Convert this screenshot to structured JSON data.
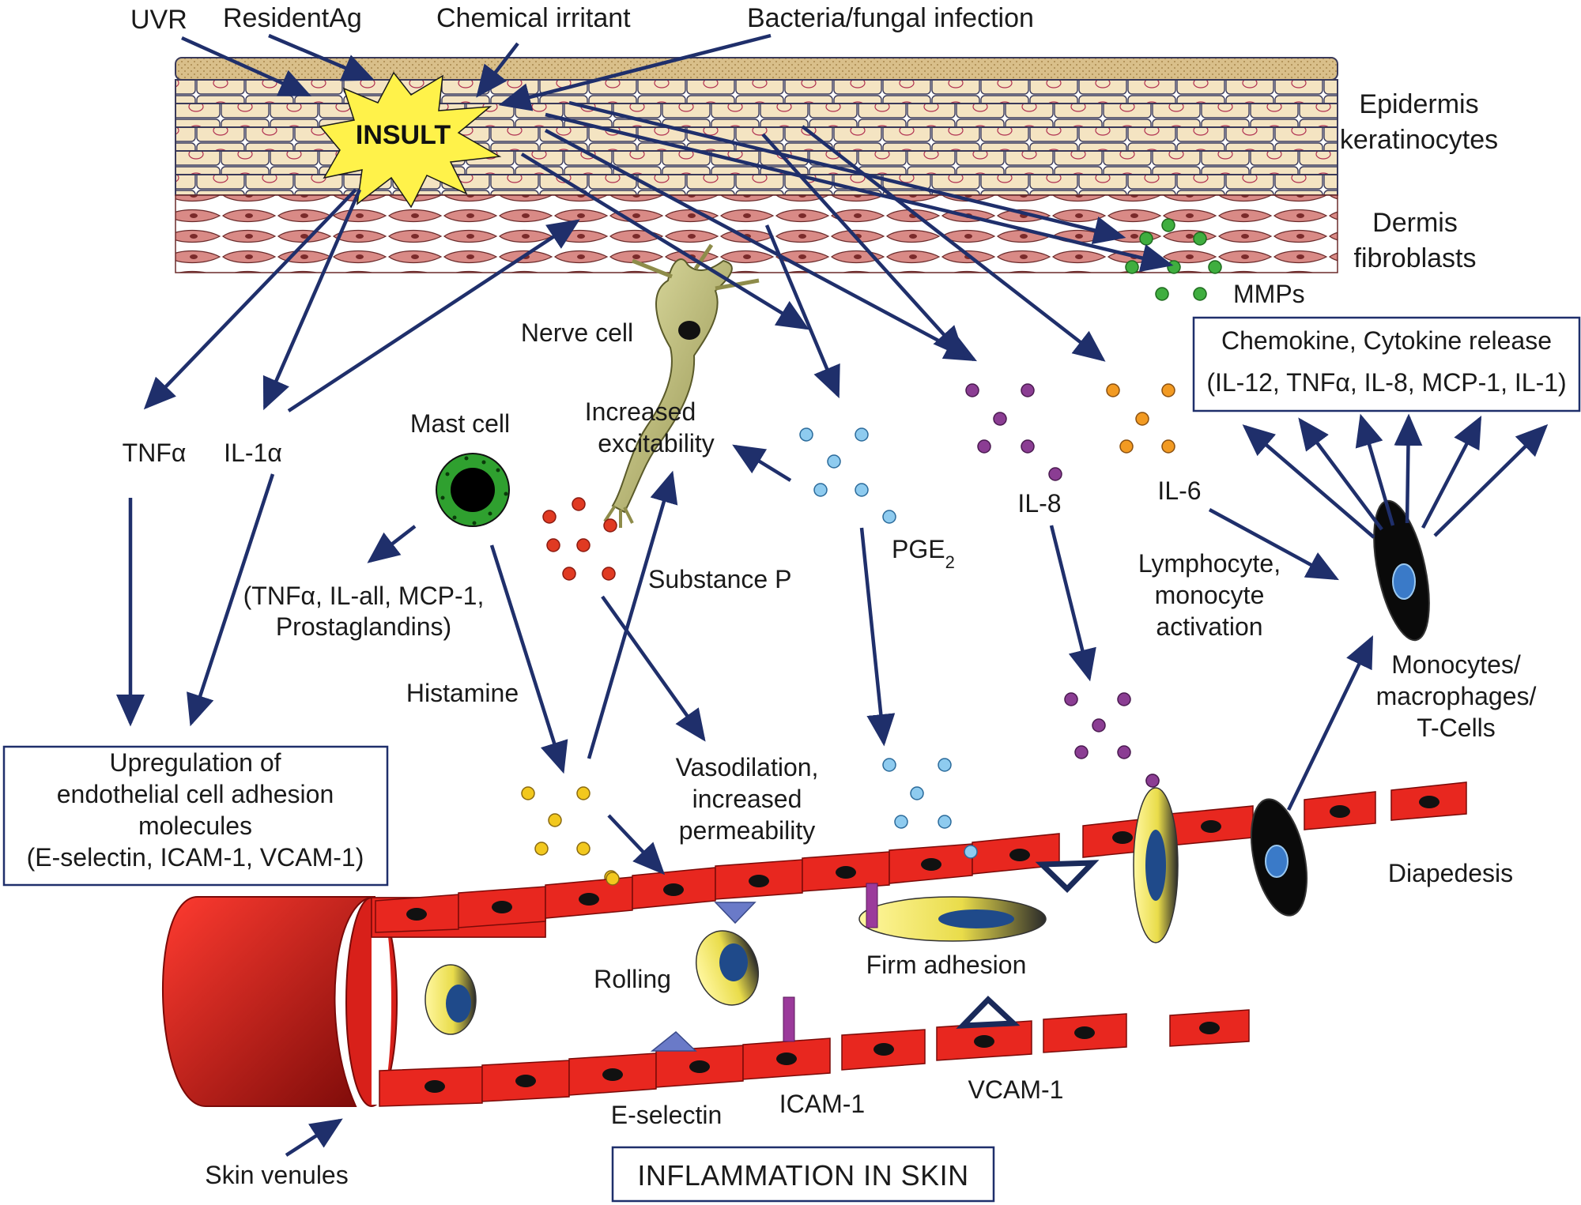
{
  "insults": {
    "uvr": "UVR",
    "resident_ag": "ResidentAg",
    "chemical_irritant": "Chemical irritant",
    "bacteria_fungal": "Bacteria/fungal infection"
  },
  "insult_label": "INSULT",
  "layers": {
    "epidermis_line1": "Epidermis",
    "epidermis_line2": "keratinocytes",
    "dermis_line1": "Dermis",
    "dermis_line2": "fibroblasts"
  },
  "mediators": {
    "mmps": "MMPs",
    "tnf": "TNFα",
    "il1": "IL-1α",
    "il8": "IL-8",
    "il6": "IL-6",
    "pge2_main": "PGE",
    "pge2_sub": "2",
    "substance_p": "Substance P",
    "histamine": "Histamine"
  },
  "cells": {
    "nerve_cell": "Nerve cell",
    "mast_cell": "Mast cell",
    "monocytes_line1": "Monocytes/",
    "monocytes_line2": "macrophages/",
    "monocytes_line3": "T-Cells"
  },
  "effects": {
    "increased_line1": "Increased",
    "increased_line2": "excitability",
    "mast_release_line1": "(TNFα, IL-all, MCP-1,",
    "mast_release_line2": "Prostaglandins)",
    "vaso_line1": "Vasodilation,",
    "vaso_line2": "increased",
    "vaso_line3": "permeability",
    "lymph_line1": "Lymphocyte,",
    "lymph_line2": "monocyte",
    "lymph_line3": "activation",
    "diapedesis": "Diapedesis",
    "rolling": "Rolling",
    "firm_adhesion": "Firm adhesion"
  },
  "chemokine_box": {
    "line1": "Chemokine, Cytokine release",
    "line2": "(IL-12, TNFα, IL-8, MCP-1, IL-1)"
  },
  "upregulation_box": {
    "line1": "Upregulation of",
    "line2": "endothelial cell adhesion",
    "line3": "molecules",
    "line4": "(E-selectin, ICAM-1, VCAM-1)"
  },
  "adhesion_molecules": {
    "e_selectin": "E-selectin",
    "icam1": "ICAM-1",
    "vcam1": "VCAM-1"
  },
  "venule_label": "Skin venules",
  "footer_title": "INFLAMMATION IN SKIN",
  "colors": {
    "arrow": "#1f2f6b",
    "endothelial": "#e8271f",
    "epidermis": "#f3dfb6",
    "dermis": "#d98a86",
    "il8_dot": "#8b3d93",
    "il6_dot": "#f29a22",
    "pge2_dot": "#8ecbef",
    "substance_p_dot": "#e03a22",
    "histamine_dot": "#f2c81e",
    "mmp_dot": "#3fae3f",
    "insult_star": "#fff24a"
  }
}
